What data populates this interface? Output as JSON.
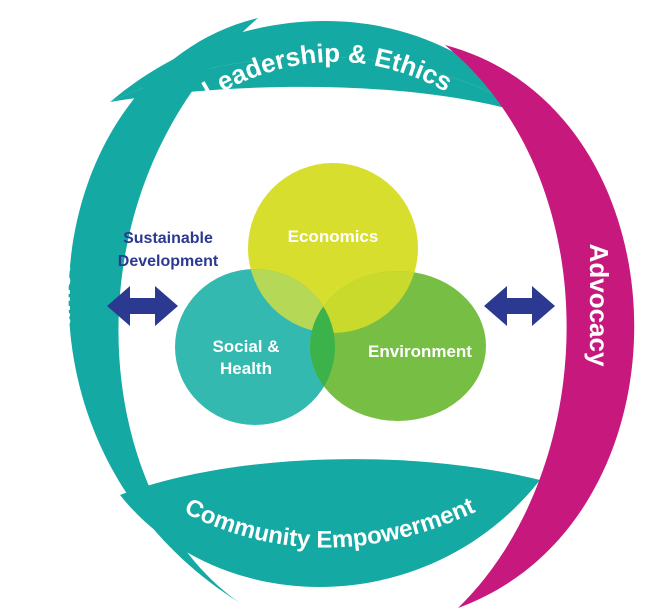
{
  "colors": {
    "teal": "#14A9A3",
    "magenta": "#C7197D",
    "economics": "#D7DE2E",
    "social_health": "#33B9AF",
    "environment": "#77BE45",
    "overlap_center": "#3BB34A",
    "overlap_top_right": "#C9DA2C",
    "overlap_top_left": "#B6D857",
    "navy": "#2B3990"
  },
  "ring": {
    "top_label": "Leadership & Ethics",
    "left_label": "Communication",
    "right_label": "Advocacy",
    "bottom_label": "Community Empowerment"
  },
  "center": {
    "title_line1": "Sustainable",
    "title_line2": "Development",
    "economics": "Economics",
    "social_line1": "Social &",
    "social_line2": "Health",
    "environment": "Environment"
  },
  "icons": {
    "left_arrow": "double-arrow-icon",
    "right_arrow": "double-arrow-icon"
  }
}
